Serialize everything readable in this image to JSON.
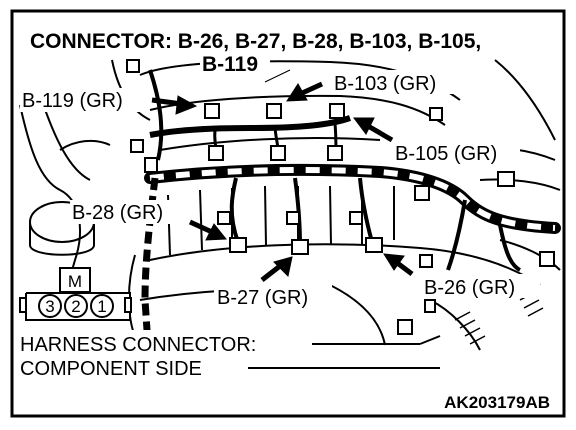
{
  "header": {
    "line1": "CONNECTOR: B-26, B-27, B-28, B-103, B-105,",
    "line2": "B-119"
  },
  "callouts": {
    "b119": "B-119 (GR)",
    "b103": "B-103 (GR)",
    "b105": "B-105 (GR)",
    "b28": "B-28 (GR)",
    "b27": "B-27 (GR)",
    "b26": "B-26 (GR)"
  },
  "connector_face": {
    "top_pin": "M",
    "pins": [
      "3",
      "2",
      "1"
    ]
  },
  "footer": {
    "harness_label": "HARNESS CONNECTOR:",
    "side_label": "COMPONENT SIDE",
    "figure_id": "AK203179AB"
  }
}
